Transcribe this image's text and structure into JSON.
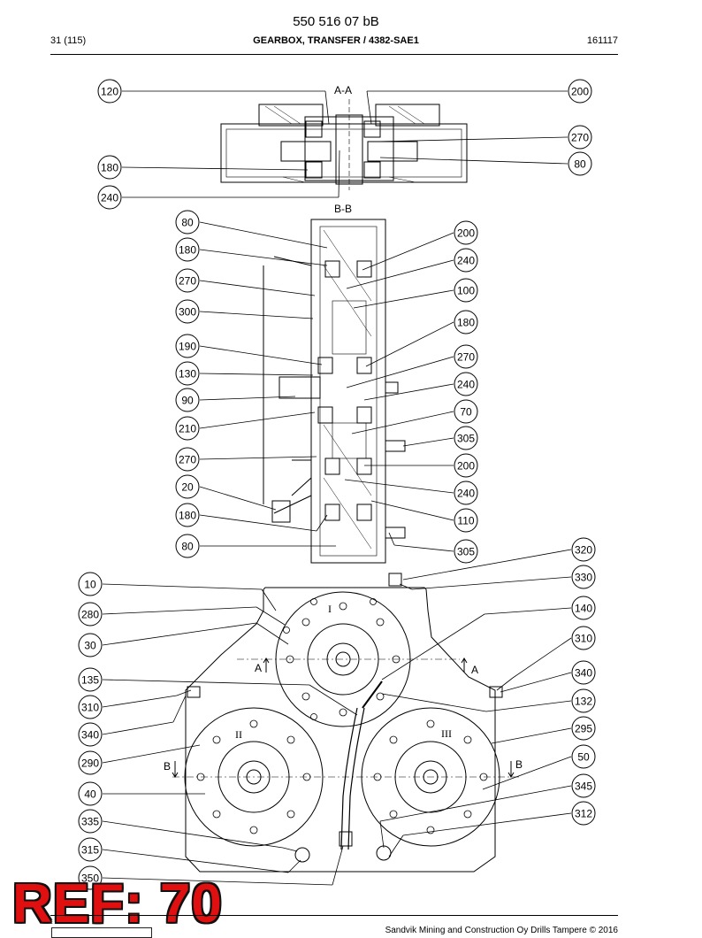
{
  "header": {
    "doc_number": "550 516 07 bB",
    "page": "31 (115)",
    "title": "GEARBOX, TRANSFER / 4382-SAE1",
    "date": "161117"
  },
  "sections": {
    "aa": "A-A",
    "bb": "B-B",
    "marker_a": "A",
    "marker_b": "B",
    "shaft_i": "I",
    "shaft_ii": "II",
    "shaft_iii": "III"
  },
  "callouts": {
    "aa_left": [
      "120",
      "180",
      "240"
    ],
    "aa_right": [
      "200",
      "270",
      "80"
    ],
    "bb_left": [
      "80",
      "180",
      "270",
      "300",
      "190",
      "130",
      "90",
      "210",
      "270",
      "20",
      "180",
      "80"
    ],
    "bb_right": [
      "200",
      "240",
      "100",
      "180",
      "270",
      "240",
      "70",
      "305",
      "200",
      "240",
      "110",
      "305"
    ],
    "front_left": [
      "10",
      "280",
      "30",
      "135",
      "310",
      "340",
      "290",
      "40",
      "335",
      "315",
      "350"
    ],
    "front_right": [
      "320",
      "330",
      "140",
      "310",
      "340",
      "132",
      "295",
      "50",
      "345",
      "312"
    ]
  },
  "ref_stamp": "REF: 70",
  "footer": {
    "copyright": "Sandvik Mining and Construction Oy Drills Tampere © 2016"
  }
}
